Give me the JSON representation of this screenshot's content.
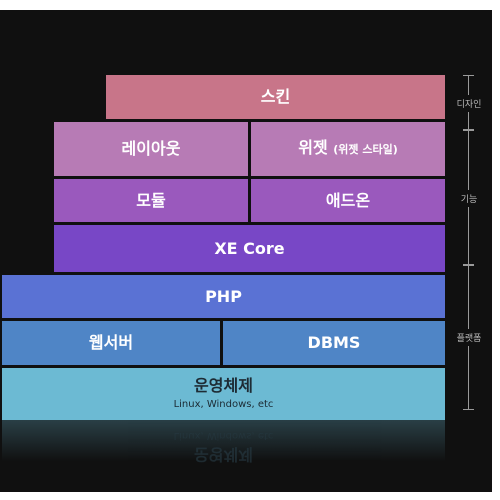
{
  "layers": {
    "skin": "스킨",
    "layout": "레이아웃",
    "widget": "위젯",
    "widget_note": "(위젯 스타일)",
    "module": "모듈",
    "addon": "애드온",
    "core": "XE Core",
    "php": "PHP",
    "webserver": "웹서버",
    "dbms": "DBMS",
    "os": "운영체제",
    "os_sub": "Linux, Windows, etc"
  },
  "brackets": {
    "design": "디자인",
    "function": "기능",
    "platform": "플랫폼"
  },
  "colors": {
    "background": "#101010",
    "skin": "#c87589",
    "layout_widget": "#b77bb5",
    "module_addon": "#9a59bd",
    "core": "#7847c6",
    "php": "#5a72d4",
    "server": "#4f85c6",
    "os": "#6cbad3"
  }
}
